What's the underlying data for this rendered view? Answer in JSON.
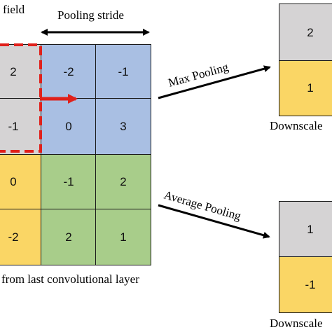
{
  "labels": {
    "receptive_field": "field",
    "pooling_stride": "Pooling stride",
    "max_pooling": "Max Pooling",
    "average_pooling": "Average Pooling",
    "input_caption": "from last convolutional layer",
    "downscaled_top": "Downscale",
    "downscaled_bottom": "Downscale"
  },
  "input_grid": [
    [
      "2",
      "-2",
      "-1"
    ],
    [
      "-1",
      "0",
      "3"
    ],
    [
      "0",
      "-1",
      "2"
    ],
    [
      "-2",
      "2",
      "1"
    ]
  ],
  "max_pool_output": [
    "2",
    "1"
  ],
  "avg_pool_output": [
    "1",
    "-1"
  ],
  "colors": {
    "gray": "#d5d3d4",
    "blue": "#a9bfe3",
    "yellow": "#fad665",
    "green": "#a8cd8a",
    "highlight": "#e0201b"
  }
}
